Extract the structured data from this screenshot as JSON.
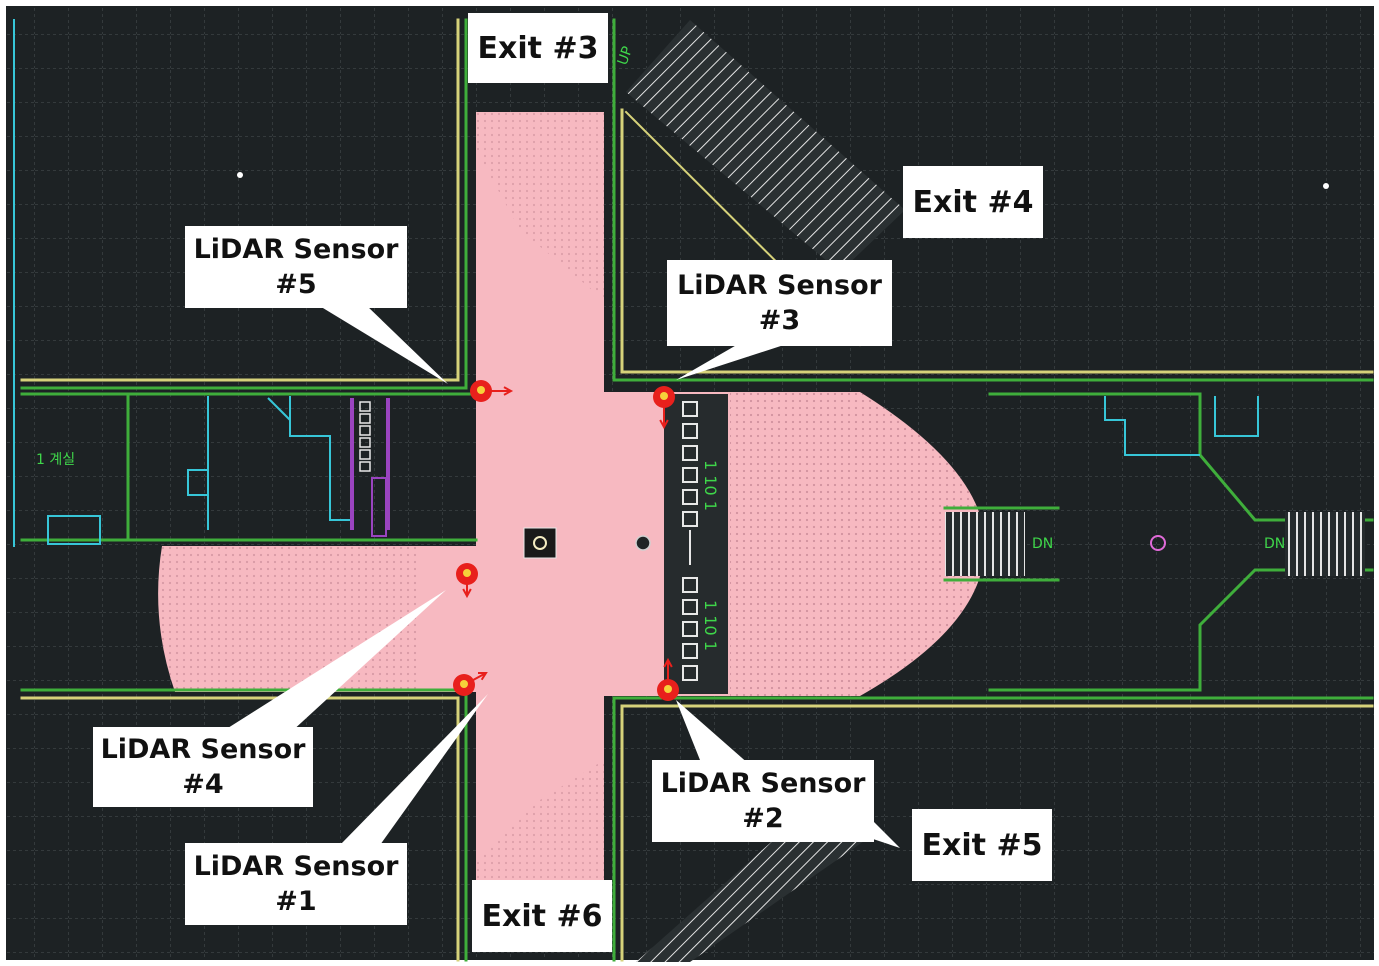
{
  "colors": {
    "background": "#1d2224",
    "grid": "#4b5153",
    "wall_green": "#3fae3b",
    "wall_yellow": "#d6d27a",
    "coverage": "#f7b9c1",
    "sensor": "#e8201c",
    "fixture_cyan": "#37c6d8",
    "fixture_purple": "#9a44c0",
    "label_bg": "#ffffff",
    "label_text": "#111111"
  },
  "exits": [
    {
      "id": "exit-3",
      "label": "Exit #3"
    },
    {
      "id": "exit-4",
      "label": "Exit #4"
    },
    {
      "id": "exit-5",
      "label": "Exit #5"
    },
    {
      "id": "exit-6",
      "label": "Exit #6"
    }
  ],
  "sensors": [
    {
      "id": "sensor-5",
      "line1": "LiDAR Sensor",
      "line2": "#5"
    },
    {
      "id": "sensor-3",
      "line1": "LiDAR Sensor",
      "line2": "#3"
    },
    {
      "id": "sensor-4",
      "line1": "LiDAR Sensor",
      "line2": "#4"
    },
    {
      "id": "sensor-2",
      "line1": "LiDAR Sensor",
      "line2": "#2"
    },
    {
      "id": "sensor-1",
      "line1": "LiDAR Sensor",
      "line2": "#1"
    }
  ],
  "floor_text": {
    "left_room": "1 계실",
    "stair_up": "UP",
    "stair_dn_1": "DN",
    "stair_dn_2": "DN"
  },
  "icons": {
    "sensor": "map-pin-icon",
    "direction": "arrow-icon",
    "column": "column-icon"
  }
}
